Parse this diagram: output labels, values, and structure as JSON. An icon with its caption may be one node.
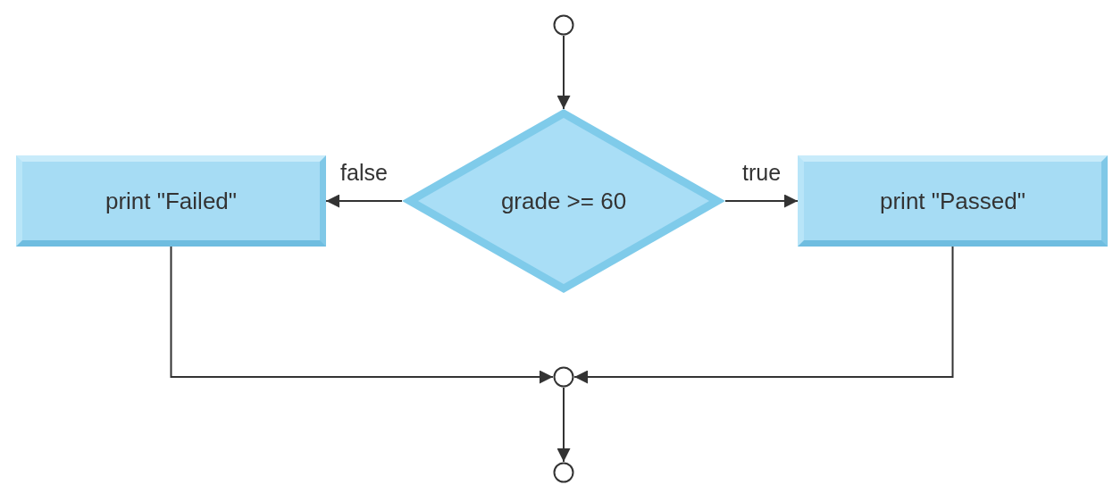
{
  "diagram": {
    "nodes": [
      {
        "text": [],
        "shape": "circle"
      },
      {
        "text": [
          "grade >= 60"
        ]
      },
      {
        "text": [
          "print \"Failed\""
        ]
      },
      {
        "text": [
          "print \"Passed\""
        ]
      },
      {
        "text": [],
        "shape": "circle"
      },
      {
        "text": [],
        "shape": "circle"
      }
    ],
    "edges": [
      {
        "from": 0,
        "to": 1,
        "arrow": "to"
      },
      {
        "from": 1,
        "to": 2,
        "arrow": "to",
        "label": "false"
      },
      {
        "from": 1,
        "to": 3,
        "arrow": "to",
        "label": "true"
      },
      {
        "from": 2,
        "to": 4,
        "arrow": "to"
      },
      {
        "from": 3,
        "to": 4,
        "arrow": "to"
      },
      {
        "from": 4,
        "to": 5,
        "arrow": "to"
      }
    ]
  }
}
